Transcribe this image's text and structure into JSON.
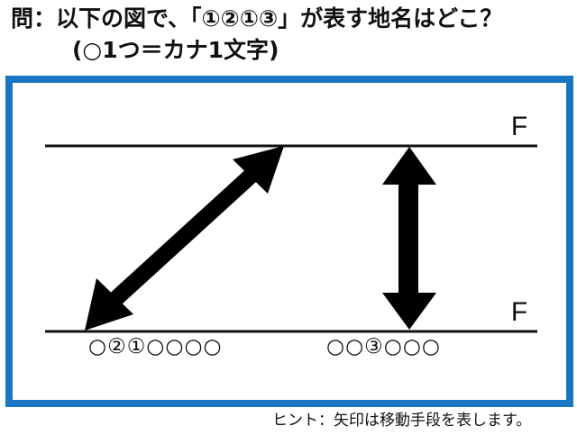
{
  "question": {
    "line1": "問：以下の図で、「①②①③」が表す地名はどこ？",
    "line2": "(○1つ＝カナ1文字)"
  },
  "diagram": {
    "top_label": "F",
    "bottom_label": "F",
    "slots_left": "○②①○○○○",
    "slots_right": "○○③○○○",
    "line_color": "#111111",
    "arrow_color": "#000000"
  },
  "hint": "ヒント：矢印は移動手段を表します。",
  "colors": {
    "frame_border": "#1a75c2",
    "background": "#ffffff"
  }
}
